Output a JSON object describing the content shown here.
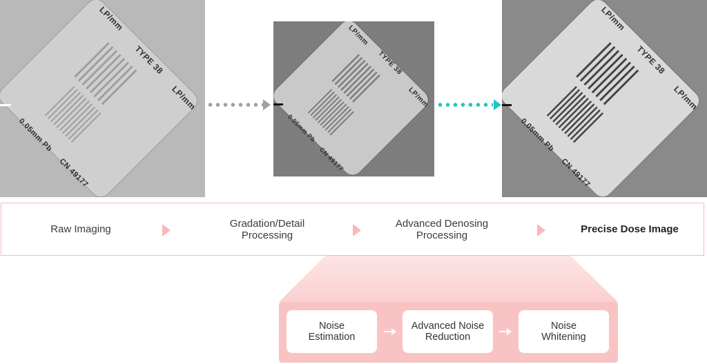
{
  "panels": [
    {
      "id": "raw",
      "tone": "#b9b9b9",
      "plate": "#cfcfcf",
      "bars": "#8e8e8e",
      "ink": "#2f2f2f"
    },
    {
      "id": "processed",
      "tone": "#7d7d7d",
      "plate": "#c9c9c9",
      "bars": "#6a6a6a",
      "ink": "#262626"
    },
    {
      "id": "final",
      "tone": "#8a8a8a",
      "plate": "#d9d9d9",
      "bars": "#2a2a2a",
      "ink": "#1e1e1e"
    }
  ],
  "plate_text": {
    "lp_mm": "LP/mm",
    "type": "TYPE 38",
    "lead": "0.05mm Pb",
    "serial": "CN 49177"
  },
  "arrows": {
    "first_color": "#a0a0a0",
    "second_color": "#1ec6c0"
  },
  "process": {
    "steps": [
      {
        "label": "Raw Imaging"
      },
      {
        "label": "Gradation/Detail\nProcessing"
      },
      {
        "label": "Advanced Denosing\nProcessing"
      },
      {
        "label": "Precise Dose Image"
      }
    ],
    "arrow_color": "#f7b9bb",
    "border_color": "#f5b7b8"
  },
  "denoising": {
    "steps": [
      {
        "label": "Noise\nEstimation"
      },
      {
        "label": "Advanced Noise\nReduction"
      },
      {
        "label": "Noise\nWhitening"
      }
    ],
    "fill_color": "#f9c3c4"
  }
}
